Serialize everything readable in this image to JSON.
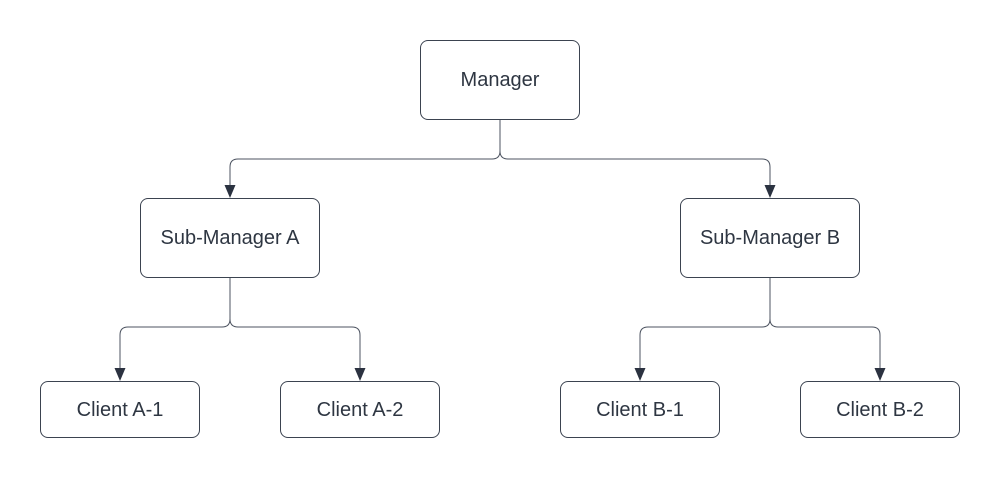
{
  "colors": {
    "background": "#ffffff",
    "node_fill": "#ffffff",
    "node_border": "#3b4350",
    "connector": "#4c5360",
    "arrowhead": "#2b3240",
    "text": "#2e3642"
  },
  "diagram": {
    "type": "org-chart",
    "nodes": [
      {
        "id": "manager",
        "label": "Manager"
      },
      {
        "id": "sub-manager-a",
        "label": "Sub-Manager A"
      },
      {
        "id": "sub-manager-b",
        "label": "Sub-Manager B"
      },
      {
        "id": "client-a1",
        "label": "Client A-1"
      },
      {
        "id": "client-a2",
        "label": "Client A-2"
      },
      {
        "id": "client-b1",
        "label": "Client B-1"
      },
      {
        "id": "client-b2",
        "label": "Client B-2"
      }
    ],
    "edges": [
      {
        "from": "Manager",
        "to": "Sub-Manager A"
      },
      {
        "from": "Manager",
        "to": "Sub-Manager B"
      },
      {
        "from": "Sub-Manager A",
        "to": "Client A-1"
      },
      {
        "from": "Sub-Manager A",
        "to": "Client A-2"
      },
      {
        "from": "Sub-Manager B",
        "to": "Client B-1"
      },
      {
        "from": "Sub-Manager B",
        "to": "Client B-2"
      }
    ]
  }
}
